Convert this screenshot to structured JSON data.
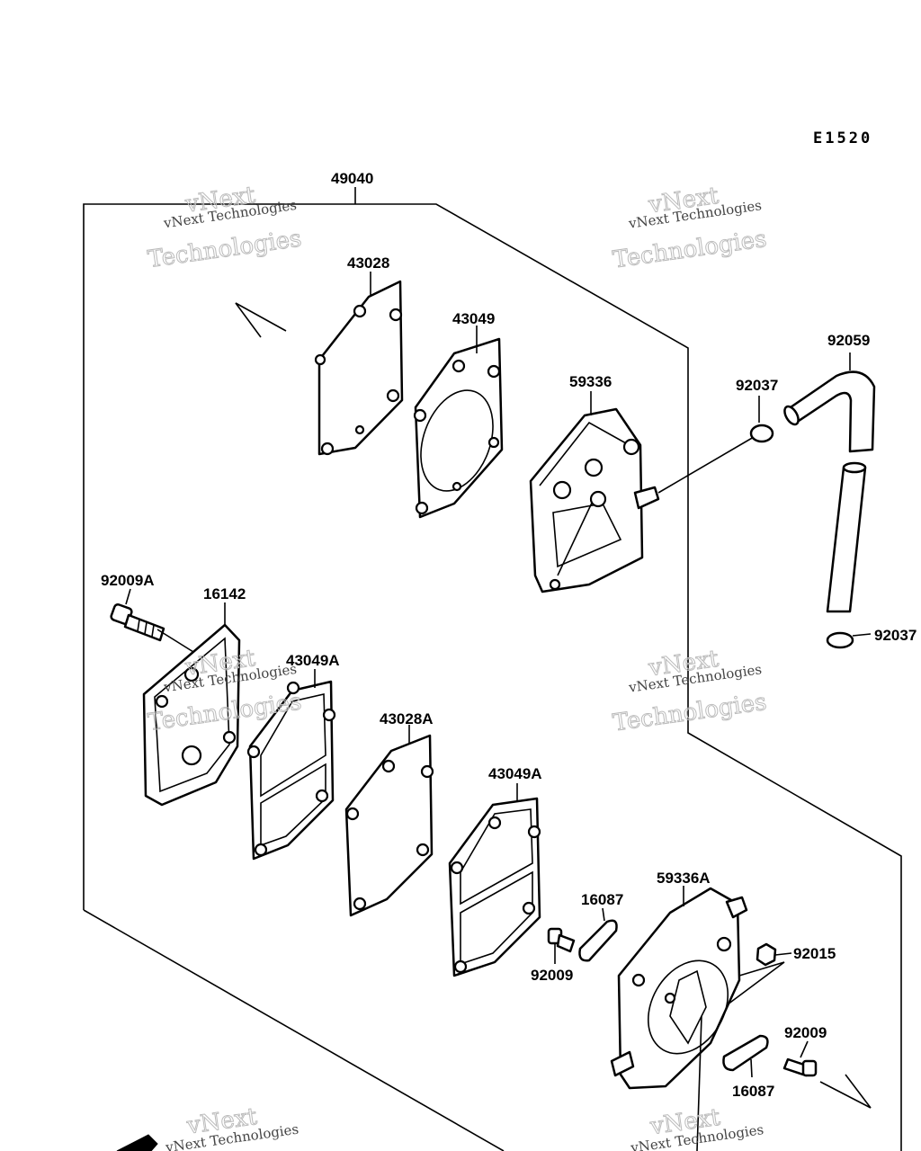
{
  "diagram_code": "E1520",
  "part_labels": {
    "p49040": "49040",
    "p43028": "43028",
    "p43049": "43049",
    "p59336": "59336",
    "p92037_top": "92037",
    "p92059": "92059",
    "p92037_right": "92037",
    "p92009A": "92009A",
    "p16142": "16142",
    "p43049A_1": "43049A",
    "p43028A": "43028A",
    "p43049A_2": "43049A",
    "p59336A": "59336A",
    "p16087_top": "16087",
    "p92009_left": "92009",
    "p92015": "92015",
    "p92009_right": "92009",
    "p16087_bottom": "16087"
  },
  "watermark": {
    "line1": "vNext Technologies",
    "line2": "vNext",
    "line3": "Technologies"
  }
}
